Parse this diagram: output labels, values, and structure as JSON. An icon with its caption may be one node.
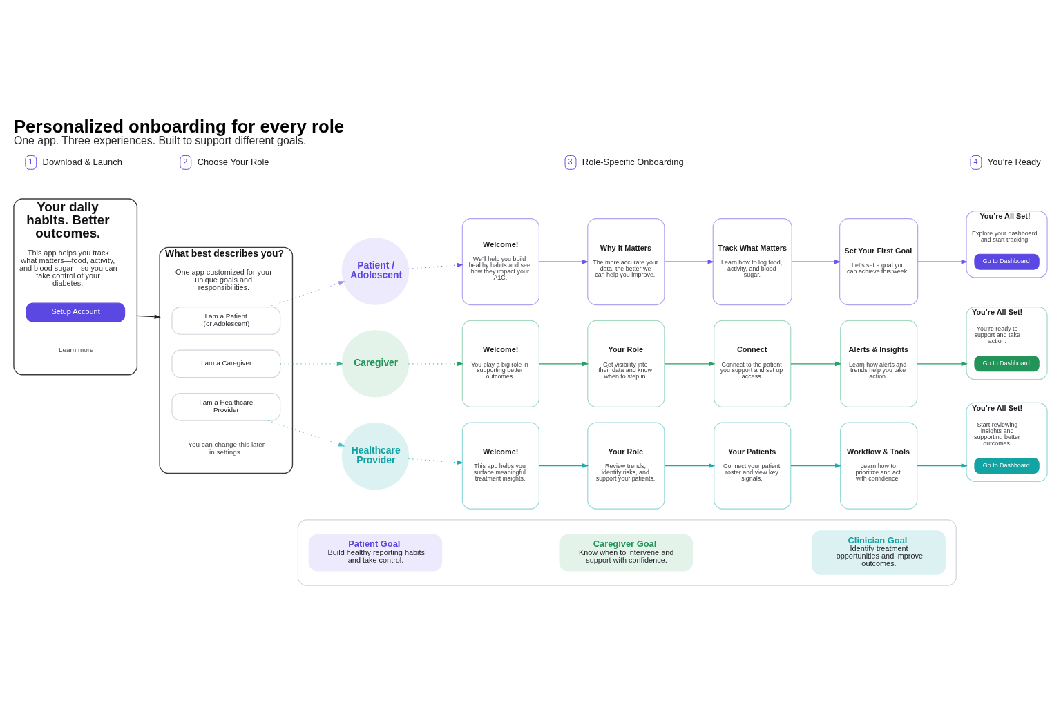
{
  "diagram": {
    "title": "Personalized onboarding for every role",
    "caption": "One app. Three experiences. Built to support different goals.",
    "nodes": [
      {
        "text": [
          "1"
        ],
        "beside": [
          "Download & Launch"
        ]
      },
      {
        "text": [
          "2"
        ],
        "beside": [
          "Choose Your Role"
        ]
      },
      {
        "text": [
          "3"
        ],
        "beside": [
          "Role-Specific Onboarding"
        ]
      },
      {
        "text": [
          "4"
        ],
        "beside": [
          "You’re Ready"
        ]
      },
      {
        "text": [
          "Your daily habits. Better outcomes.",
          "This app helps you track what matters—food, activity, and blood sugar—so you can take control of your diabetes.",
          "Learn more"
        ]
      },
      {
        "text": [
          "Setup Account"
        ],
        "in": 4
      },
      {
        "text": [
          "What best describes you?",
          "One app customized for your unique goals and responsibilities.",
          "You can change this later in settings."
        ]
      },
      {
        "text": [
          "I am a Patient (or Adolescent)"
        ],
        "in": 6
      },
      {
        "text": [
          "I am a Caregiver"
        ],
        "in": 6
      },
      {
        "text": [
          "I am a Healthcare Provider"
        ],
        "in": 6
      },
      {
        "text": [
          "Patient / Adolescent"
        ]
      },
      {
        "text": [
          "Welcome!",
          "We’ll help you build healthy habits and see how they impact your A1C."
        ]
      },
      {
        "text": [
          "Why It Matters",
          "The more accurate your data, the better we can help you improve."
        ]
      },
      {
        "text": [
          "Track What Matters",
          "Learn how to log food, activity, and blood sugar."
        ]
      },
      {
        "text": [
          "Set Your First Goal",
          "Let’s set a goal you can achieve this week."
        ]
      },
      {
        "text": [
          "You’re All Set!",
          "Explore your dashboard and start tracking."
        ]
      },
      {
        "text": [
          "Go to Dashboard"
        ],
        "in": 15
      },
      {
        "text": [
          "Caregiver"
        ]
      },
      {
        "text": [
          "Welcome!",
          "You play a big role in supporting better outcomes."
        ]
      },
      {
        "text": [
          "Your Role",
          "Get visibility into their data and know when to step in."
        ]
      },
      {
        "text": [
          "Connect",
          "Connect to the patient you support and set up access."
        ]
      },
      {
        "text": [
          "Alerts & Insights",
          "Learn how alerts and trends help you take action."
        ]
      },
      {
        "text": [
          "You’re All Set!",
          "You’re ready to support and take action."
        ]
      },
      {
        "text": [
          "Go to Dashboard"
        ],
        "in": 22
      },
      {
        "text": [
          "Healthcare Provider"
        ]
      },
      {
        "text": [
          "Welcome!",
          "This app helps you surface meaningful treatment insights."
        ]
      },
      {
        "text": [
          "Your Role",
          "Review trends, identify risks, and support your patients."
        ]
      },
      {
        "text": [
          "Your Patients",
          "Connect your patient roster and view key signals."
        ]
      },
      {
        "text": [
          "Workflow & Tools",
          "Learn how to prioritize and act with confidence."
        ]
      },
      {
        "text": [
          "You’re All Set!",
          "Start reviewing insights and supporting better outcomes."
        ]
      },
      {
        "text": [
          "Go to Dashboard"
        ],
        "in": 29
      },
      {
        "text": [],
        "shape": "box"
      },
      {
        "text": [
          "Patient Goal",
          "Build healthy reporting habits and take control."
        ],
        "in": 31
      },
      {
        "text": [
          "Caregiver Goal",
          "Know when to intervene and support with confidence."
        ],
        "in": 31
      },
      {
        "text": [
          "Clinician Goal",
          "Identify treatment opportunities and improve outcomes."
        ],
        "in": 31
      }
    ],
    "edges": [
      {
        "from": 4,
        "to": 6,
        "arrow": "to",
        "color": "#222222"
      },
      {
        "from": 7,
        "to": 10,
        "arrow": "to",
        "style": "dashed",
        "color": "#9d93f0"
      },
      {
        "from": 8,
        "to": 17,
        "arrow": "to",
        "style": "dashed",
        "color": "#41b58a"
      },
      {
        "from": 9,
        "to": 24,
        "arrow": "to",
        "style": "dashed",
        "color": "#4cc0c4"
      },
      {
        "from": 10,
        "to": 11,
        "arrow": "to",
        "style": "dashed",
        "color": "#6b58ea"
      },
      {
        "from": 11,
        "to": 12,
        "arrow": "to",
        "color": "#6b58ea"
      },
      {
        "from": 12,
        "to": 13,
        "arrow": "to",
        "color": "#6b58ea"
      },
      {
        "from": 13,
        "to": 14,
        "arrow": "to",
        "color": "#6b58ea"
      },
      {
        "from": 14,
        "to": 15,
        "arrow": "to",
        "color": "#6b58ea"
      },
      {
        "from": 17,
        "to": 18,
        "arrow": "to",
        "style": "dashed",
        "color": "#27a065"
      },
      {
        "from": 18,
        "to": 19,
        "arrow": "to",
        "color": "#27a065"
      },
      {
        "from": 19,
        "to": 20,
        "arrow": "to",
        "color": "#27a065"
      },
      {
        "from": 20,
        "to": 21,
        "arrow": "to",
        "color": "#27a065"
      },
      {
        "from": 21,
        "to": 22,
        "arrow": "to",
        "color": "#27a065"
      },
      {
        "from": 24,
        "to": 25,
        "arrow": "to",
        "style": "dashed",
        "color": "#1aabab"
      },
      {
        "from": 25,
        "to": 26,
        "arrow": "to",
        "color": "#1aabab"
      },
      {
        "from": 26,
        "to": 27,
        "arrow": "to",
        "color": "#1aabab"
      },
      {
        "from": 27,
        "to": 28,
        "arrow": "to",
        "color": "#1aabab"
      },
      {
        "from": 28,
        "to": 29,
        "arrow": "to",
        "color": "#1aabab"
      }
    ]
  }
}
